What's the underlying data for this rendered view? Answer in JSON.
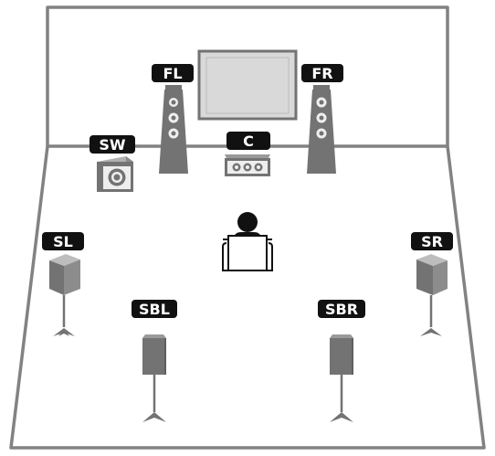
{
  "colors": {
    "room_stroke": "#828282",
    "speaker_body": "#737373",
    "speaker_light": "#eeeeee",
    "tv_fill": "#d9d9d9",
    "label_bg": "#111111",
    "label_text": "#ffffff",
    "person": "#111111"
  },
  "labels": {
    "fl": "FL",
    "fr": "FR",
    "sw": "SW",
    "c": "C",
    "sl": "SL",
    "sr": "SR",
    "sbl": "SBL",
    "sbr": "SBR"
  }
}
